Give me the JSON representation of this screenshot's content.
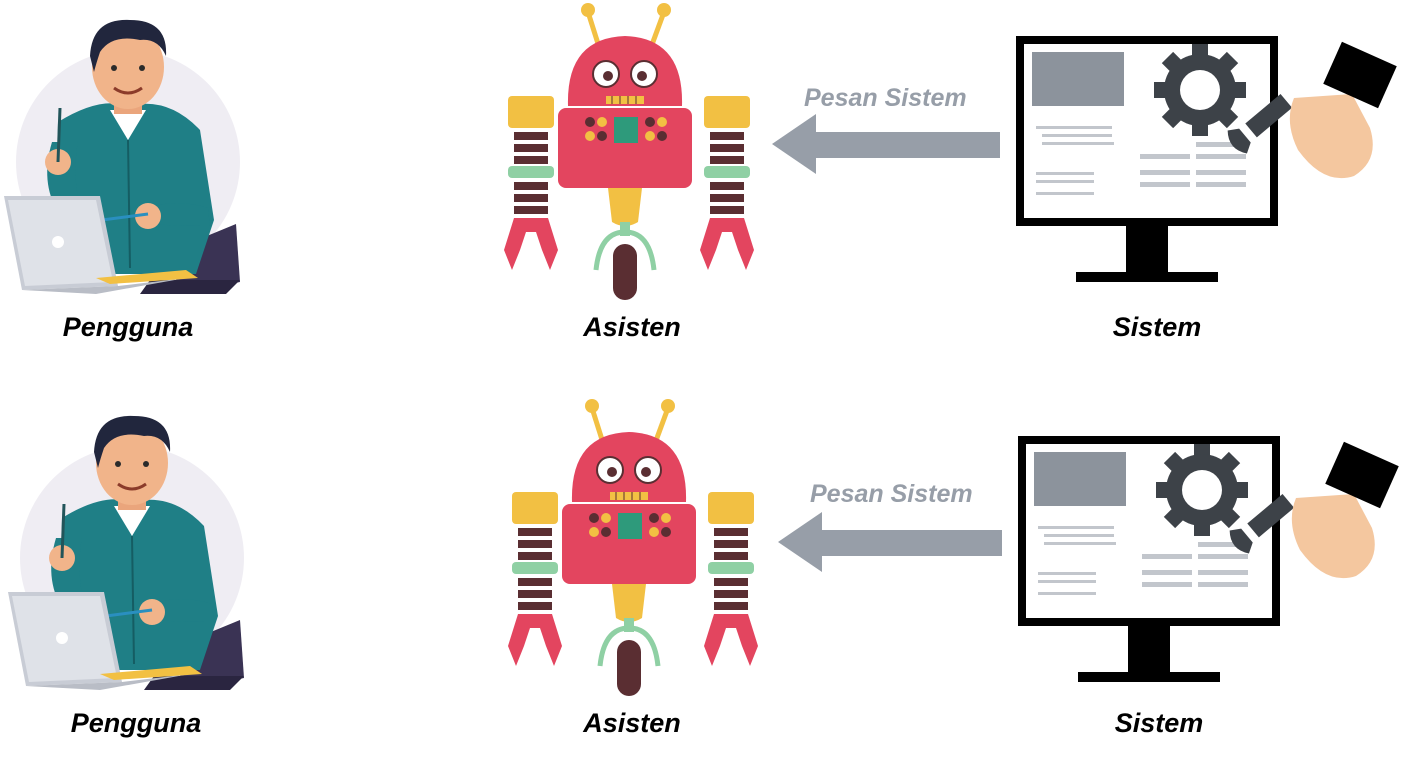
{
  "colors": {
    "robot_body": "#e3455f",
    "robot_yellow": "#f2c043",
    "robot_green": "#8fd0a4",
    "robot_dark": "#5a2e32",
    "arrow": "#979ea8",
    "arrow_text": "#979ea8",
    "monitor": "#000000",
    "gear": "#3d4248",
    "person_shirt": "#1f7f86",
    "person_skin": "#f1b48a"
  },
  "rows": [
    {
      "user_label": "Pengguna",
      "assistant_label": "Asisten",
      "system_label": "Sistem",
      "arrow_label": "Pesan Sistem",
      "icons": {
        "user": "person-laptop-icon",
        "assistant": "robot-icon",
        "system": "monitor-gear-icon"
      }
    },
    {
      "user_label": "Pengguna",
      "assistant_label": "Asisten",
      "system_label": "Sistem",
      "arrow_label": "Pesan Sistem",
      "icons": {
        "user": "person-laptop-icon",
        "assistant": "robot-icon",
        "system": "monitor-gear-icon"
      }
    }
  ]
}
